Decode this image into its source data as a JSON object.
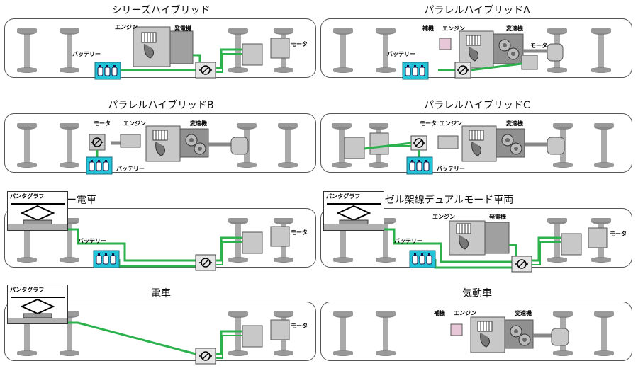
{
  "panels": {
    "p1": {
      "title": "シリーズハイブリッド",
      "engine": "エンジン",
      "generator": "発電機",
      "battery": "バッテリー",
      "motor": "モータ"
    },
    "p2": {
      "title": "パラレルハイブリッドA",
      "aux": "補機",
      "engine": "エンジン",
      "transmission": "変速機",
      "battery": "バッテリー",
      "motor": "モータ"
    },
    "p3": {
      "title": "パラレルハイブリッドB",
      "motor": "モータ",
      "engine": "エンジン",
      "transmission": "変速機",
      "battery": "バッテリー"
    },
    "p4": {
      "title": "パラレルハイブリッドC",
      "motor": "モータ",
      "engine": "エンジン",
      "transmission": "変速機",
      "battery": "バッテリー"
    },
    "p5": {
      "title": "バッテリー電車",
      "pantograph": "パンタグラフ",
      "battery": "バッテリー",
      "motor": "モータ"
    },
    "p6": {
      "title": "ディーゼル架線デュアルモード車両",
      "pantograph": "パンタグラフ",
      "engine": "エンジン",
      "generator": "発電機",
      "battery": "バッテリー",
      "motor": "モータ"
    },
    "p7": {
      "title": "電車",
      "pantograph": "パンタグラフ",
      "motor": "モータ"
    },
    "p8": {
      "title": "気動車",
      "aux": "補機",
      "engine": "エンジン",
      "transmission": "変速機"
    }
  },
  "colors": {
    "wire": "#2bb24c",
    "battery": "#22c4d8",
    "component": "#c8c8c8",
    "aux": "#e8c8d8"
  }
}
